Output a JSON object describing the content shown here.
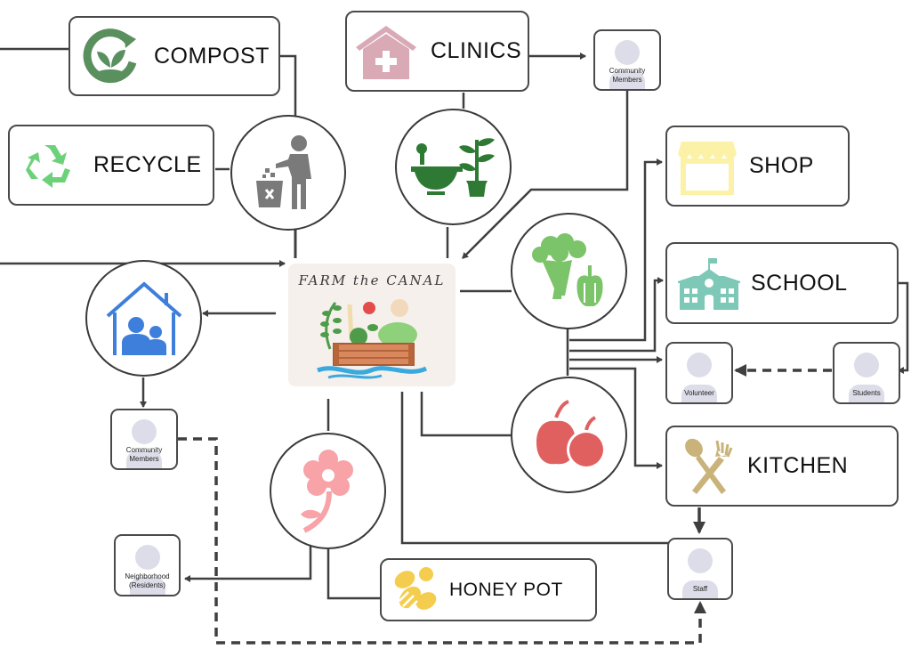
{
  "diagram": {
    "title": "FARM the CANAL",
    "center": {
      "title": "FARM the CANAL",
      "icon": "farm-crate-logo"
    },
    "boxes": [
      {
        "id": "compost",
        "label": "COMPOST",
        "icon": "compost-leaf-cycle-icon",
        "icon_color": "#5a8f5e"
      },
      {
        "id": "recycle",
        "label": "RECYCLE",
        "icon": "recycle-icon",
        "icon_color": "#6dd17a"
      },
      {
        "id": "clinics",
        "label": "CLINICS",
        "icon": "clinic-house-cross-icon",
        "icon_color": "#d9a9b6"
      },
      {
        "id": "shop",
        "label": "SHOP",
        "icon": "storefront-icon",
        "icon_color": "#fbf2a8"
      },
      {
        "id": "school",
        "label": "SCHOOL",
        "icon": "school-building-icon",
        "icon_color": "#7dc8b6"
      },
      {
        "id": "kitchen",
        "label": "KITCHEN",
        "icon": "spoon-fork-icon",
        "icon_color": "#c9b37a"
      },
      {
        "id": "honeypot",
        "label": "HONEY POT",
        "icon": "bee-icon",
        "icon_color": "#f5cd4e"
      }
    ],
    "circles": [
      {
        "id": "waste",
        "icon": "person-trash-bin-icon",
        "icon_color": "#7a7a7a"
      },
      {
        "id": "herbal",
        "icon": "mortar-plant-icon",
        "icon_color": "#2e7a34"
      },
      {
        "id": "vegetables",
        "icon": "broccoli-pepper-icon",
        "icon_color": "#7bc46a"
      },
      {
        "id": "fruit",
        "icon": "apples-icon",
        "icon_color": "#e06060"
      },
      {
        "id": "home",
        "icon": "family-house-icon",
        "icon_color": "#3f7fdc"
      },
      {
        "id": "flower",
        "icon": "flower-icon",
        "icon_color": "#f7a3a8"
      }
    ],
    "people": [
      {
        "id": "community_top",
        "label_lines": [
          "Community",
          "Members"
        ]
      },
      {
        "id": "community_left",
        "label_lines": [
          "Community",
          "Members"
        ]
      },
      {
        "id": "neighborhood",
        "label_lines": [
          "Neighborhood",
          "(Residents)"
        ]
      },
      {
        "id": "volunteer",
        "label_lines": [
          "Volunteer"
        ]
      },
      {
        "id": "students",
        "label_lines": [
          "Students"
        ]
      },
      {
        "id": "staff",
        "label_lines": [
          "Staff"
        ]
      }
    ],
    "line_color": "#3f3f3f"
  }
}
